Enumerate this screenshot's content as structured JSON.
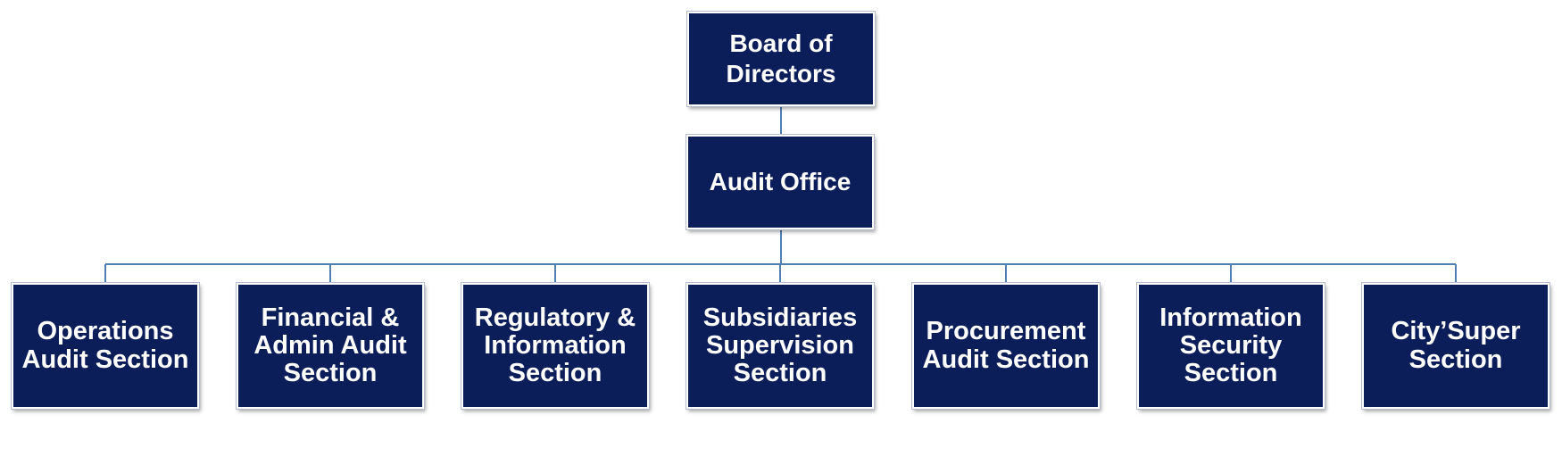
{
  "colors": {
    "box_fill": "#0c1e5a",
    "box_text": "#ffffff",
    "connector": "#4f7fb3"
  },
  "root": {
    "label": "Board of\nDirectors"
  },
  "office": {
    "label": "Audit Office"
  },
  "sections": [
    {
      "label": "Operations\nAudit Section"
    },
    {
      "label": "Financial &\nAdmin Audit\nSection"
    },
    {
      "label": "Regulatory &\nInformation\nSection"
    },
    {
      "label": "Subsidiaries\nSupervision\nSection"
    },
    {
      "label": "Procurement\nAudit Section"
    },
    {
      "label": "Information\nSecurity\nSection"
    },
    {
      "label": "City’Super\nSection"
    }
  ]
}
